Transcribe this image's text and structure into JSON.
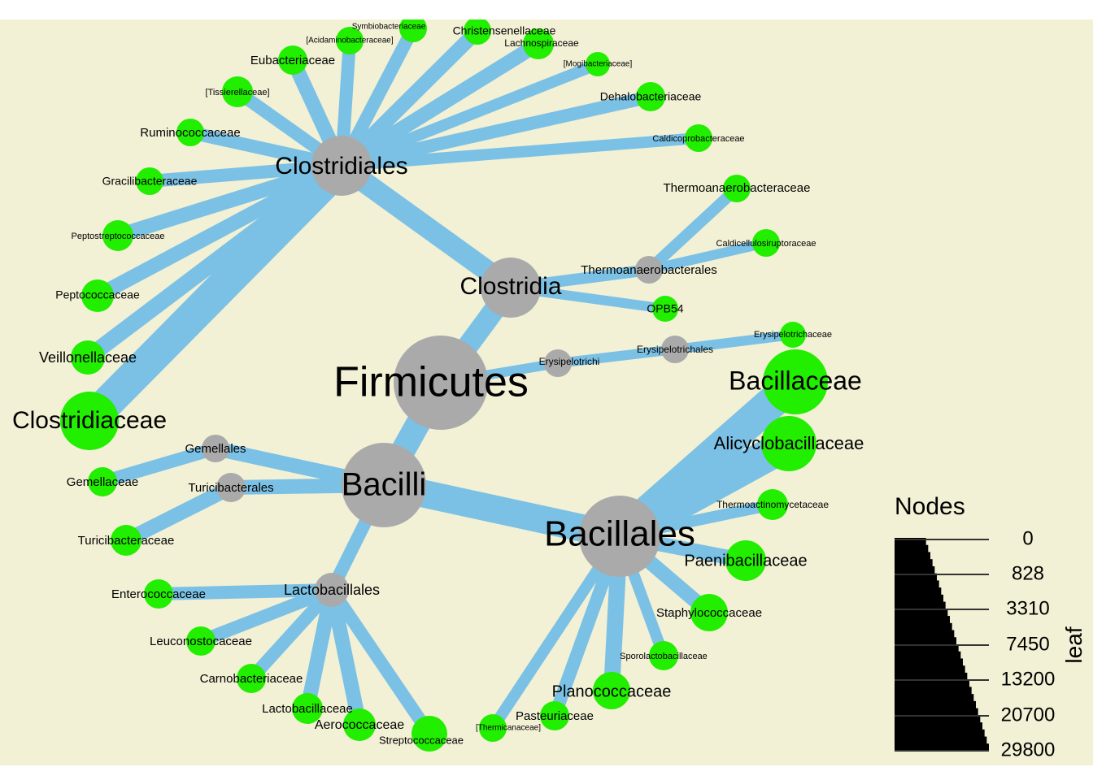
{
  "colors": {
    "panel_bg": "#f2f0d5",
    "edge": "#7bc1e5",
    "internal_node": "#aaaaaa",
    "leaf_node": "#22ee00"
  },
  "tree": {
    "root": "Firmicutes",
    "nodes": [
      {
        "id": "Firmicutes",
        "label": "Firmicutes",
        "parent": null,
        "leaf": false,
        "size": "huge"
      },
      {
        "id": "Clostridia",
        "label": "Clostridia",
        "parent": "Firmicutes",
        "leaf": false,
        "size": "l"
      },
      {
        "id": "Bacilli",
        "label": "Bacilli",
        "parent": "Firmicutes",
        "leaf": false,
        "size": "xl"
      },
      {
        "id": "Erysipelotrichi",
        "label": "Erysipelotrichi",
        "parent": "Firmicutes",
        "leaf": false,
        "size": "s"
      },
      {
        "id": "Clostridiales",
        "label": "Clostridiales",
        "parent": "Clostridia",
        "leaf": false,
        "size": "l"
      },
      {
        "id": "Thermoanaerobacterales",
        "label": "Thermoanaerobacterales",
        "parent": "Clostridia",
        "leaf": false,
        "size": "s"
      },
      {
        "id": "OPB54",
        "label": "OPB54",
        "parent": "Clostridia",
        "leaf": true,
        "size": "s"
      },
      {
        "id": "Thermoanaerobacteraceae",
        "label": "Thermoanaerobacteraceae",
        "parent": "Thermoanaerobacterales",
        "leaf": true,
        "size": "s"
      },
      {
        "id": "Caldicellulosiruptoraceae",
        "label": "Caldicellulosiruptoraceae",
        "parent": "Thermoanaerobacterales",
        "leaf": true,
        "size": "s"
      },
      {
        "id": "Erysipelotrichales",
        "label": "Erysipelotrichales",
        "parent": "Erysipelotrichi",
        "leaf": false,
        "size": "s"
      },
      {
        "id": "Erysipelotrichaceae",
        "label": "Erysipelotrichaceae",
        "parent": "Erysipelotrichales",
        "leaf": true,
        "size": "s"
      },
      {
        "id": "Clostridiaceae",
        "label": "Clostridiaceae",
        "parent": "Clostridiales",
        "leaf": true,
        "size": "l"
      },
      {
        "id": "Veillonellaceae",
        "label": "Veillonellaceae",
        "parent": "Clostridiales",
        "leaf": true,
        "size": "m"
      },
      {
        "id": "Peptococcaceae",
        "label": "Peptococcaceae",
        "parent": "Clostridiales",
        "leaf": true,
        "size": "m"
      },
      {
        "id": "Peptostreptococcaceae",
        "label": "Peptostreptococcaceae",
        "parent": "Clostridiales",
        "leaf": true,
        "size": "m"
      },
      {
        "id": "Gracilibacteraceae",
        "label": "Gracilibacteraceae",
        "parent": "Clostridiales",
        "leaf": true,
        "size": "s"
      },
      {
        "id": "Ruminococcaceae",
        "label": "Ruminococcaceae",
        "parent": "Clostridiales",
        "leaf": true,
        "size": "s"
      },
      {
        "id": "Tissierellaceae",
        "label": "[Tissierellaceae]",
        "parent": "Clostridiales",
        "leaf": true,
        "size": "m"
      },
      {
        "id": "Eubacteriaceae",
        "label": "Eubacteriaceae",
        "parent": "Clostridiales",
        "leaf": true,
        "size": "s"
      },
      {
        "id": "Acidaminobacteraceae",
        "label": "[Acidaminobacteraceae]",
        "parent": "Clostridiales",
        "leaf": true,
        "size": "s"
      },
      {
        "id": "Symbiobacteriaceae",
        "label": "Symbiobacteriaceae",
        "parent": "Clostridiales",
        "leaf": true,
        "size": "s"
      },
      {
        "id": "Christensenellaceae",
        "label": "Christensenellaceae",
        "parent": "Clostridiales",
        "leaf": true,
        "size": "s"
      },
      {
        "id": "Lachnospiraceae",
        "label": "Lachnospiraceae",
        "parent": "Clostridiales",
        "leaf": true,
        "size": "m"
      },
      {
        "id": "Mogibacteriaceae",
        "label": "[Mogibacteriaceae]",
        "parent": "Clostridiales",
        "leaf": true,
        "size": "s"
      },
      {
        "id": "Dehalobacteriaceae",
        "label": "Dehalobacteriaceae",
        "parent": "Clostridiales",
        "leaf": true,
        "size": "s"
      },
      {
        "id": "Caldicoprobacteraceae",
        "label": "Caldicoprobacteraceae",
        "parent": "Clostridiales",
        "leaf": true,
        "size": "s"
      },
      {
        "id": "Bacillales",
        "label": "Bacillales",
        "parent": "Bacilli",
        "leaf": false,
        "size": "xl"
      },
      {
        "id": "Lactobacillales",
        "label": "Lactobacillales",
        "parent": "Bacilli",
        "leaf": false,
        "size": "s"
      },
      {
        "id": "Gemellales",
        "label": "Gemellales",
        "parent": "Bacilli",
        "leaf": false,
        "size": "s"
      },
      {
        "id": "Turicibacterales",
        "label": "Turicibacterales",
        "parent": "Bacilli",
        "leaf": false,
        "size": "s"
      },
      {
        "id": "Gemellaceae",
        "label": "Gemellaceae",
        "parent": "Gemellales",
        "leaf": true,
        "size": "s"
      },
      {
        "id": "Turicibacteraceae",
        "label": "Turicibacteraceae",
        "parent": "Turicibacterales",
        "leaf": true,
        "size": "s"
      },
      {
        "id": "Bacillaceae",
        "label": "Bacillaceae",
        "parent": "Bacillales",
        "leaf": true,
        "size": "xl"
      },
      {
        "id": "Alicyclobacillaceae",
        "label": "Alicyclobacillaceae",
        "parent": "Bacillales",
        "leaf": true,
        "size": "l"
      },
      {
        "id": "Thermoactinomycetaceae",
        "label": "Thermoactinomycetaceae",
        "parent": "Bacillales",
        "leaf": true,
        "size": "s"
      },
      {
        "id": "Paenibacillaceae",
        "label": "Paenibacillaceae",
        "parent": "Bacillales",
        "leaf": true,
        "size": "m"
      },
      {
        "id": "Staphylococcaceae",
        "label": "Staphylococcaceae",
        "parent": "Bacillales",
        "leaf": true,
        "size": "m"
      },
      {
        "id": "Sporolactobacillaceae",
        "label": "Sporolactobacillaceae",
        "parent": "Bacillales",
        "leaf": true,
        "size": "s"
      },
      {
        "id": "Planococcaceae",
        "label": "Planococcaceae",
        "parent": "Bacillales",
        "leaf": true,
        "size": "m"
      },
      {
        "id": "Pasteuriaceae",
        "label": "Pasteuriaceae",
        "parent": "Bacillales",
        "leaf": true,
        "size": "s"
      },
      {
        "id": "Thermicanaceae",
        "label": "[Thermicanaceae]",
        "parent": "Bacillales",
        "leaf": true,
        "size": "s"
      },
      {
        "id": "Enterococcaceae",
        "label": "Enterococcaceae",
        "parent": "Lactobacillales",
        "leaf": true,
        "size": "s"
      },
      {
        "id": "Leuconostocaceae",
        "label": "Leuconostocaceae",
        "parent": "Lactobacillales",
        "leaf": true,
        "size": "s"
      },
      {
        "id": "Carnobacteriaceae",
        "label": "Carnobacteriaceae",
        "parent": "Lactobacillales",
        "leaf": true,
        "size": "s"
      },
      {
        "id": "Lactobacillaceae",
        "label": "Lactobacillaceae",
        "parent": "Lactobacillales",
        "leaf": true,
        "size": "s"
      },
      {
        "id": "Aerococcaceae",
        "label": "Aerococcaceae",
        "parent": "Lactobacillales",
        "leaf": true,
        "size": "s"
      },
      {
        "id": "Streptococcaceae",
        "label": "Streptococcaceae",
        "parent": "Lactobacillales",
        "leaf": true,
        "size": "m"
      }
    ]
  },
  "legend": {
    "title": "Nodes",
    "axis_label": "leaf",
    "ticks": [
      "0",
      "828",
      "3310",
      "7450",
      "13200",
      "20700",
      "29800"
    ]
  }
}
